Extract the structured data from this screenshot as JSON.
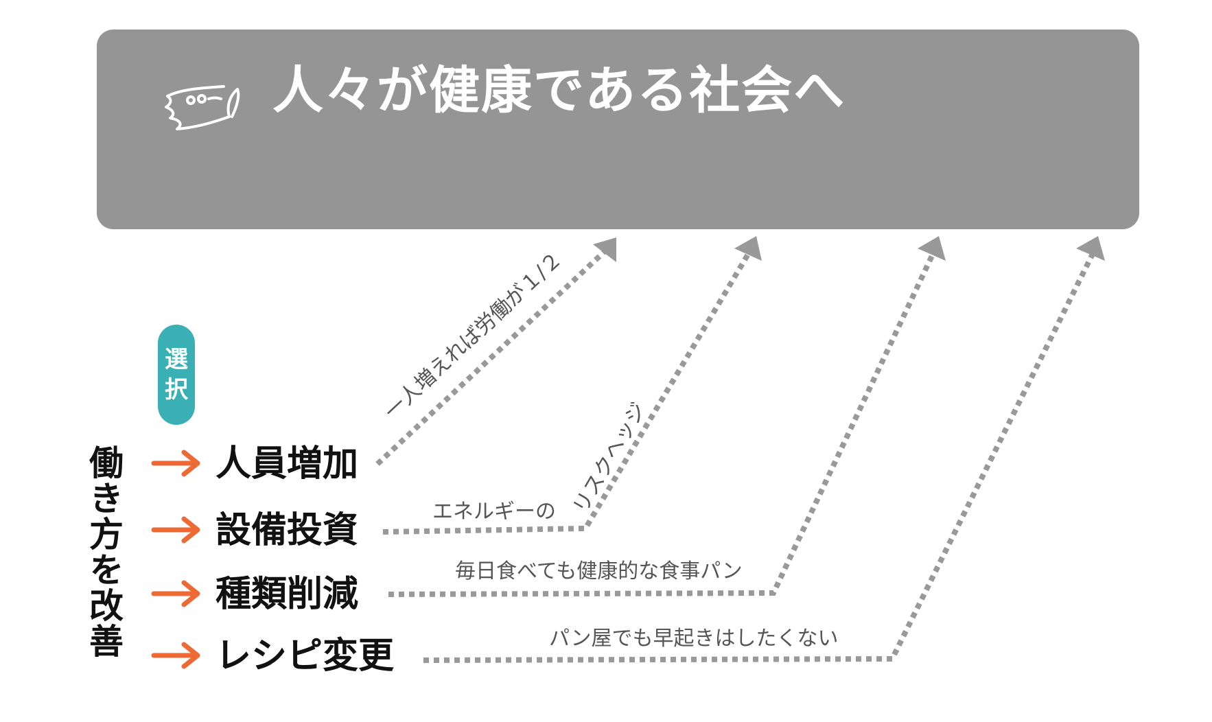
{
  "title": "人々が健康である社会へ",
  "badge": {
    "line1": "選",
    "line2": "択"
  },
  "vertical_label": "働き方を改善",
  "options": [
    {
      "label": "人員増加",
      "path_text": "一人増えれば労働が１/２"
    },
    {
      "label": "設備投資",
      "path_text_1": "エネルギーの",
      "path_text_2": "リスクヘッジ"
    },
    {
      "label": "種類削減",
      "path_text": "毎日食べても健康的な食事パン"
    },
    {
      "label": "レシピ変更",
      "path_text": "パン屋でも早起きはしたくない"
    }
  ],
  "colors": {
    "banner": "#959595",
    "badge": "#3ab0b4",
    "arrow": "#ee6a35",
    "dotted": "#999999"
  },
  "icons": {
    "logo": "bread-face-logo",
    "arrow": "right-arrow"
  }
}
